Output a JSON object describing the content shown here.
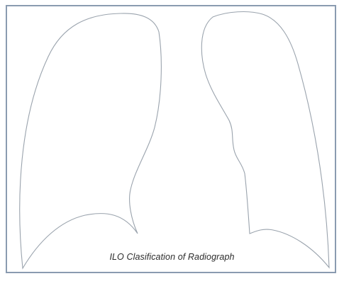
{
  "figure": {
    "caption": "ILO Clasification of Radiograph",
    "colors": {
      "outline": "#9aa3ad",
      "frame_border": "#8a9bb0",
      "caption_text": "#2b2b2b"
    }
  },
  "lungs": [
    {
      "name": "right-lung",
      "icon": "lung-outline"
    },
    {
      "name": "left-lung",
      "icon": "lung-outline"
    }
  ]
}
